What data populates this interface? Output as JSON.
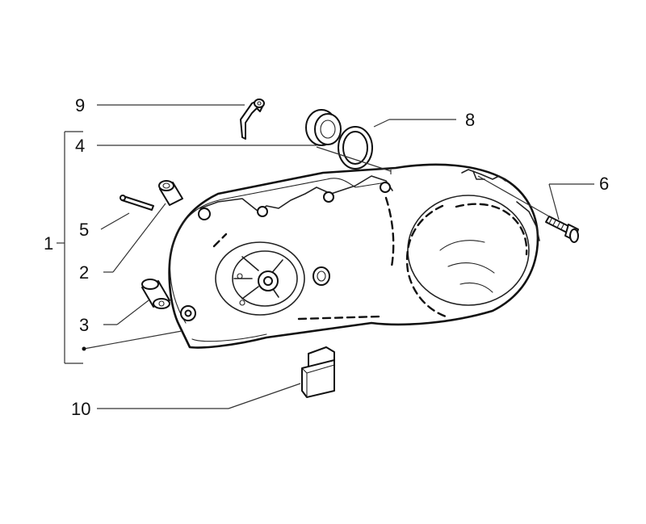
{
  "diagram": {
    "callouts": [
      {
        "id": "c1",
        "label": "1"
      },
      {
        "id": "c2",
        "label": "2"
      },
      {
        "id": "c3",
        "label": "3"
      },
      {
        "id": "c4",
        "label": "4"
      },
      {
        "id": "c5",
        "label": "5"
      },
      {
        "id": "c6",
        "label": "6"
      },
      {
        "id": "c8",
        "label": "8"
      },
      {
        "id": "c9",
        "label": "9"
      },
      {
        "id": "c10",
        "label": "10"
      }
    ],
    "colors": {
      "line": "#111111",
      "background": "#ffffff"
    }
  }
}
